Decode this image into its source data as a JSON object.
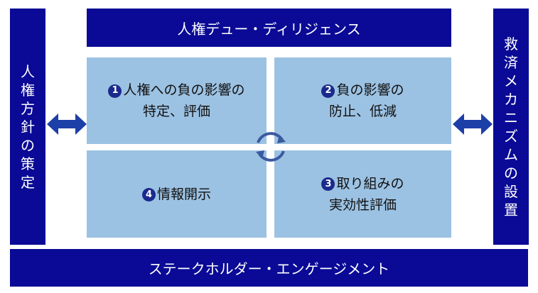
{
  "top_bar": {
    "label": "人権デュー・ディリジェンス"
  },
  "bottom_bar": {
    "label": "ステークホルダー・エンゲージメント"
  },
  "left_column": {
    "chars": [
      "人",
      "権",
      "方",
      "針",
      "の",
      "策",
      "定"
    ]
  },
  "right_column": {
    "chars": [
      "救",
      "済",
      "メ",
      "カ",
      "ニ",
      "ズ",
      "ム",
      "の",
      "設",
      "置"
    ]
  },
  "steps": {
    "step1": {
      "number": "1",
      "line1": "人権への負の影響の",
      "line2": "特定、評価"
    },
    "step2": {
      "number": "2",
      "line1": "負の影響の",
      "line2": "防止、低減"
    },
    "step3": {
      "number": "3",
      "line1": "取り組みの",
      "line2": "実効性評価"
    },
    "step4": {
      "number": "4",
      "line1": "情報開示"
    }
  },
  "colors": {
    "navy": "#0a0a96",
    "light_blue": "#9cc2e3",
    "arrow_blue": "#1d3fa8",
    "cycle_arrow": "#3a5aa0"
  },
  "icons": {
    "left_arrow": "double-headed-arrow-icon",
    "right_arrow": "double-headed-arrow-icon",
    "cycle": "cycle-arrows-icon"
  }
}
